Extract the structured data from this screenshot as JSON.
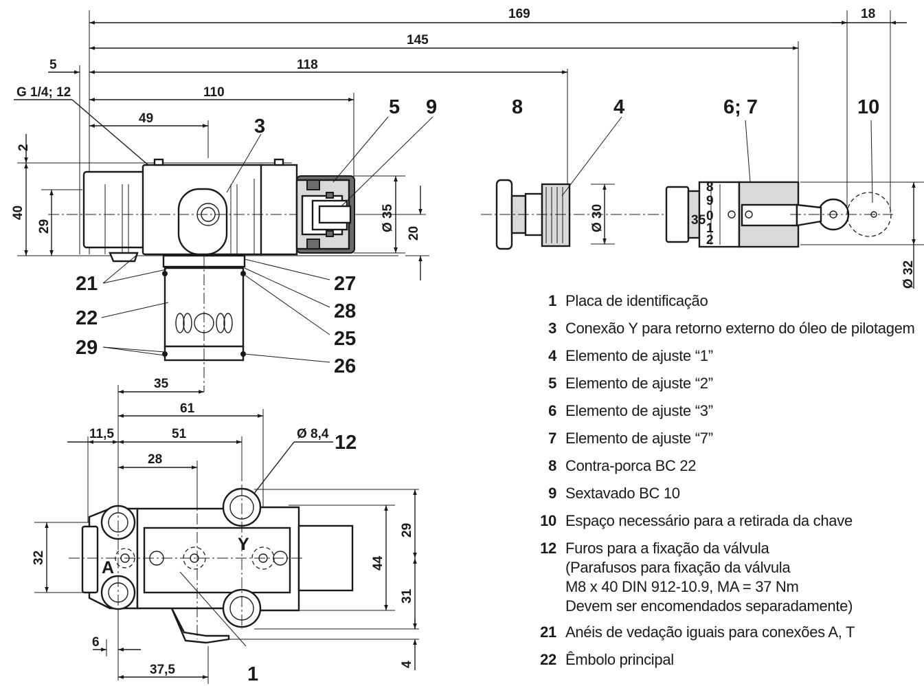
{
  "dimensions": {
    "d169": "169",
    "d18": "18",
    "d145": "145",
    "d5": "5",
    "d118": "118",
    "d110": "110",
    "g14": "G 1/4; 12",
    "d49": "49",
    "d2": "2",
    "d40": "40",
    "d29_top": "29",
    "d35_dia": "Ø 35",
    "d20": "20",
    "d30_dia": "Ø 30",
    "d32_dia": "Ø 32",
    "d35": "35",
    "d61": "61",
    "d11_5": "11,5",
    "d51": "51",
    "d8_4": "Ø 8,4",
    "d28": "28",
    "d32": "32",
    "d29_bot": "29",
    "d44": "44",
    "d31": "31",
    "d6": "6",
    "d37_5": "37,5",
    "d4": "4"
  },
  "callouts": {
    "c3": "3",
    "c5": "5",
    "c9": "9",
    "c8": "8",
    "c4": "4",
    "c6_7": "6; 7",
    "c10": "10",
    "c21": "21",
    "c22": "22",
    "c29": "29",
    "c27": "27",
    "c28": "28",
    "c25": "25",
    "c26": "26",
    "c12": "12",
    "c1": "1"
  },
  "ports": {
    "A": "A",
    "Y": "Y"
  },
  "knob_scale": {
    "s1": "1",
    "s2": "2",
    "s8": "8",
    "s9": "9",
    "s0": "0",
    "s35": "35"
  },
  "legend": [
    {
      "num": "1",
      "text": "Placa de identificação"
    },
    {
      "num": "3",
      "text": "Conexão Y para retorno externo do óleo de pilotagem"
    },
    {
      "num": "4",
      "text": "Elemento de ajuste “1”"
    },
    {
      "num": "5",
      "text": "Elemento de ajuste “2”"
    },
    {
      "num": "6",
      "text": "Elemento de ajuste “3”"
    },
    {
      "num": "7",
      "text": "Elemento de ajuste “7”"
    },
    {
      "num": "8",
      "text": "Contra-porca BC 22"
    },
    {
      "num": "9",
      "text": "Sextavado BC 10"
    },
    {
      "num": "10",
      "text": "Espaço necessário para a retirada da chave"
    },
    {
      "num": "12",
      "text": "Furos para a fixação da válvula\n(Parafusos para fixação da válvula\nM8 x 40 DIN 912-10.9, MA = 37 Nm\nDevem ser encomendados separadamente)"
    },
    {
      "num": "21",
      "text": "Anéis de vedação iguais para conexões A, T"
    },
    {
      "num": "22",
      "text": "Êmbolo principal"
    }
  ]
}
